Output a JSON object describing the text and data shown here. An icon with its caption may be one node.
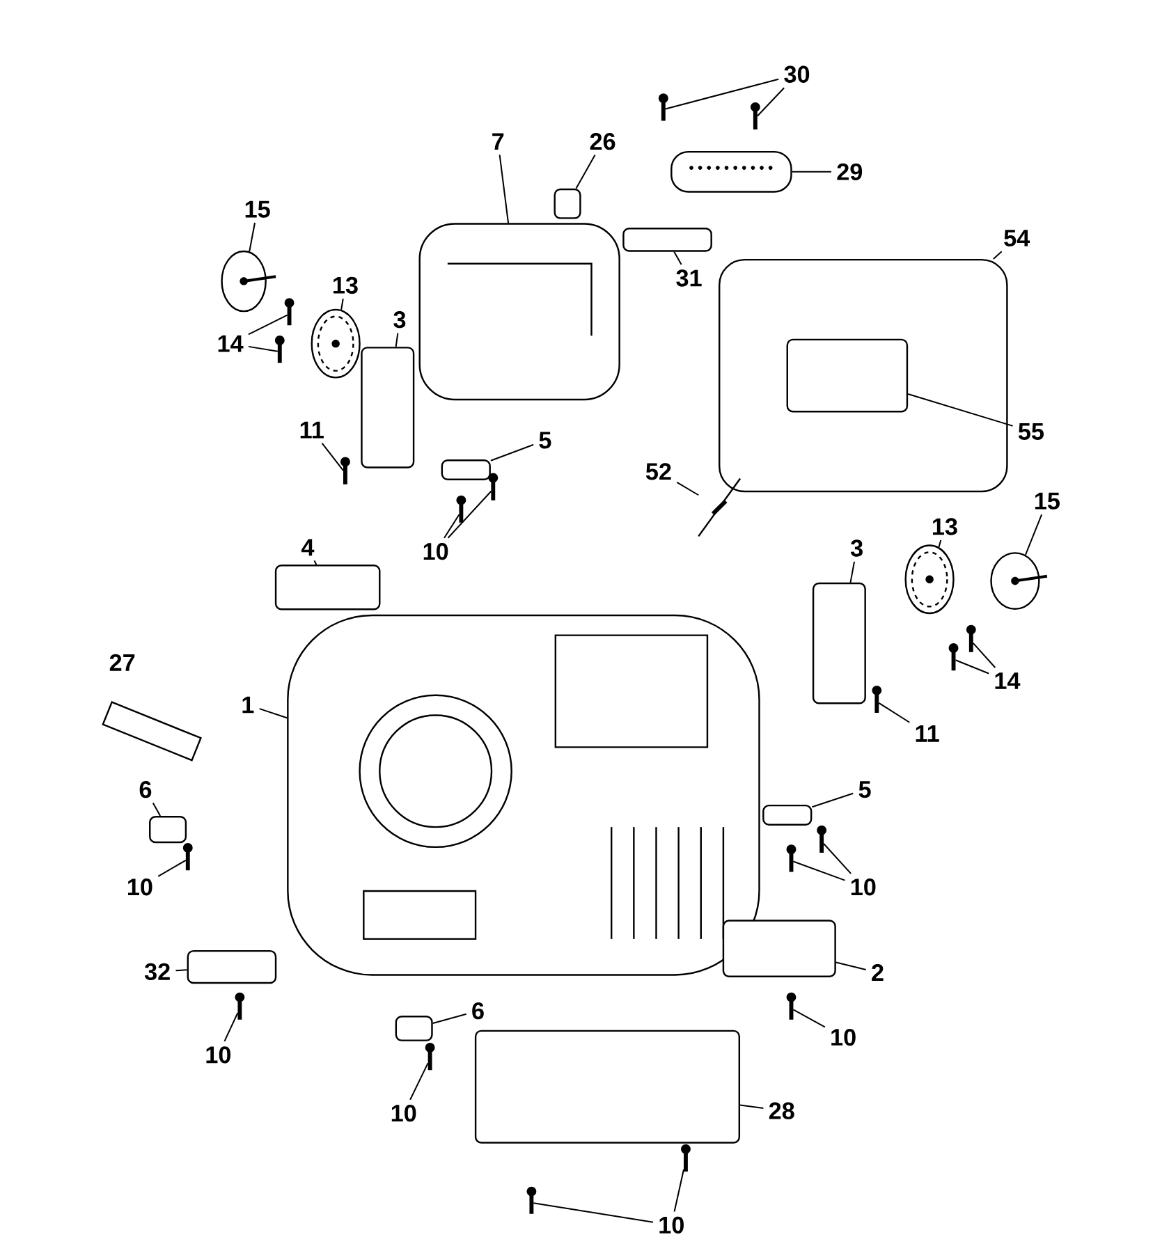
{
  "diagram": {
    "nodes": [
      {
        "text": [
          "30"
        ]
      },
      {
        "text": [
          "7"
        ]
      },
      {
        "text": [
          "26"
        ]
      },
      {
        "text": [
          "29"
        ]
      },
      {
        "text": [
          "15"
        ]
      },
      {
        "text": [
          "54"
        ]
      },
      {
        "text": [
          "31"
        ]
      },
      {
        "text": [
          "13"
        ]
      },
      {
        "text": [
          "3"
        ]
      },
      {
        "text": [
          "14"
        ]
      },
      {
        "text": [
          "55"
        ]
      },
      {
        "text": [
          "11"
        ]
      },
      {
        "text": [
          "5"
        ]
      },
      {
        "text": [
          "52"
        ]
      },
      {
        "text": [
          "15"
        ]
      },
      {
        "text": [
          "13"
        ]
      },
      {
        "text": [
          "3"
        ]
      },
      {
        "text": [
          "10"
        ]
      },
      {
        "text": [
          "4"
        ]
      },
      {
        "text": [
          "1"
        ]
      },
      {
        "text": [
          "14"
        ]
      },
      {
        "text": [
          "11"
        ]
      },
      {
        "text": [
          "6"
        ]
      },
      {
        "text": [
          "5"
        ]
      },
      {
        "text": [
          "10"
        ]
      },
      {
        "text": [
          "10"
        ]
      },
      {
        "text": [
          "32"
        ]
      },
      {
        "text": [
          "2"
        ]
      },
      {
        "text": [
          "6"
        ]
      },
      {
        "text": [
          "10"
        ]
      },
      {
        "text": [
          "10"
        ]
      },
      {
        "text": [
          "28"
        ]
      },
      {
        "text": [
          "10"
        ]
      },
      {
        "text": [
          "10"
        ]
      },
      {
        "text": [],
        "shape": "picture"
      },
      {
        "text": [],
        "shape": "picture"
      },
      {
        "text": [],
        "shape": "picture"
      },
      {
        "text": [],
        "shape": "box"
      },
      {
        "text": [],
        "shape": "picture"
      },
      {
        "text": [],
        "shape": "picture"
      },
      {
        "text": [],
        "shape": "picture"
      },
      {
        "text": [],
        "shape": "box",
        "in": 40
      },
      {
        "text": [],
        "shape": "picture"
      },
      {
        "text": [],
        "shape": "box"
      },
      {
        "text": [],
        "shape": "picture"
      },
      {
        "text": [],
        "shape": "picture"
      },
      {
        "text": [],
        "shape": "picture"
      },
      {
        "text": [],
        "shape": "box"
      },
      {
        "text": [],
        "shape": "picture"
      },
      {
        "text": [],
        "shape": "picture"
      },
      {
        "text": [],
        "shape": "picture"
      },
      {
        "text": [],
        "shape": "box"
      },
      {
        "text": [],
        "shape": "box"
      },
      {
        "text": [],
        "shape": "picture"
      },
      {
        "text": [],
        "shape": "picture"
      },
      {
        "text": [],
        "shape": "picture"
      },
      {
        "text": [],
        "shape": "picture"
      },
      {
        "text": [],
        "shape": "picture"
      },
      {
        "text": [],
        "shape": "picture"
      },
      {
        "text": [],
        "shape": "box"
      },
      {
        "text": [],
        "shape": "box"
      },
      {
        "text": [],
        "shape": "picture"
      },
      {
        "text": [],
        "shape": "picture"
      },
      {
        "text": [],
        "shape": "picture"
      },
      {
        "text": [],
        "shape": "box"
      },
      {
        "text": [],
        "shape": "box"
      },
      {
        "text": [],
        "shape": "box"
      },
      {
        "text": [],
        "shape": "picture"
      },
      {
        "text": [],
        "shape": "picture"
      },
      {
        "text": [],
        "shape": "picture"
      },
      {
        "text": [],
        "shape": "box"
      },
      {
        "text": [],
        "shape": "picture"
      },
      {
        "text": [],
        "shape": "picture"
      },
      {
        "text": [],
        "shape": "box"
      }
    ],
    "edges": [
      {
        "from": 0,
        "to": 34,
        "arrow": "none"
      },
      {
        "from": 0,
        "to": 35,
        "arrow": "none"
      },
      {
        "from": 1,
        "to": 36,
        "arrow": "none"
      },
      {
        "from": 2,
        "to": 37,
        "arrow": "none"
      },
      {
        "from": 3,
        "to": 38,
        "arrow": "none"
      },
      {
        "from": 4,
        "to": 39,
        "arrow": "none"
      },
      {
        "from": 5,
        "to": 40,
        "arrow": "none"
      },
      {
        "from": 6,
        "to": 73,
        "arrow": "none"
      },
      {
        "from": 7,
        "to": 42,
        "arrow": "none"
      },
      {
        "from": 8,
        "to": 43,
        "arrow": "none"
      },
      {
        "from": 9,
        "to": 44,
        "arrow": "none"
      },
      {
        "from": 9,
        "to": 45,
        "arrow": "none"
      },
      {
        "from": 10,
        "to": 41,
        "arrow": "none"
      },
      {
        "from": 11,
        "to": 46,
        "arrow": "none"
      },
      {
        "from": 12,
        "to": 47,
        "arrow": "none"
      },
      {
        "from": 13,
        "to": 48,
        "arrow": "none"
      },
      {
        "from": 14,
        "to": 54,
        "arrow": "none"
      },
      {
        "from": 15,
        "to": 53,
        "arrow": "none"
      },
      {
        "from": 16,
        "to": 52,
        "arrow": "none"
      },
      {
        "from": 17,
        "to": 49,
        "arrow": "none"
      },
      {
        "from": 17,
        "to": 50,
        "arrow": "none"
      },
      {
        "from": 18,
        "to": 51,
        "arrow": "none"
      },
      {
        "from": 19,
        "to": 55,
        "arrow": "none"
      },
      {
        "from": 20,
        "to": 56,
        "arrow": "none"
      },
      {
        "from": 20,
        "to": 57,
        "arrow": "none"
      },
      {
        "from": 21,
        "to": 58,
        "arrow": "none"
      },
      {
        "from": 22,
        "to": 59,
        "arrow": "none"
      },
      {
        "from": 23,
        "to": 60,
        "arrow": "none"
      },
      {
        "from": 24,
        "to": 61,
        "arrow": "none"
      },
      {
        "from": 25,
        "to": 62,
        "arrow": "none"
      },
      {
        "from": 25,
        "to": 63,
        "arrow": "none"
      },
      {
        "from": 26,
        "to": 65,
        "arrow": "none"
      },
      {
        "from": 27,
        "to": 64,
        "arrow": "none"
      },
      {
        "from": 28,
        "to": 66,
        "arrow": "none"
      },
      {
        "from": 29,
        "to": 67,
        "arrow": "none"
      },
      {
        "from": 30,
        "to": 68,
        "arrow": "none"
      },
      {
        "from": 31,
        "to": 70,
        "arrow": "none"
      },
      {
        "from": 32,
        "to": 69,
        "arrow": "none"
      },
      {
        "from": 33,
        "to": 71,
        "arrow": "none"
      },
      {
        "from": 33,
        "to": 72,
        "arrow": "none"
      }
    ],
    "labels": [
      "27"
    ]
  }
}
